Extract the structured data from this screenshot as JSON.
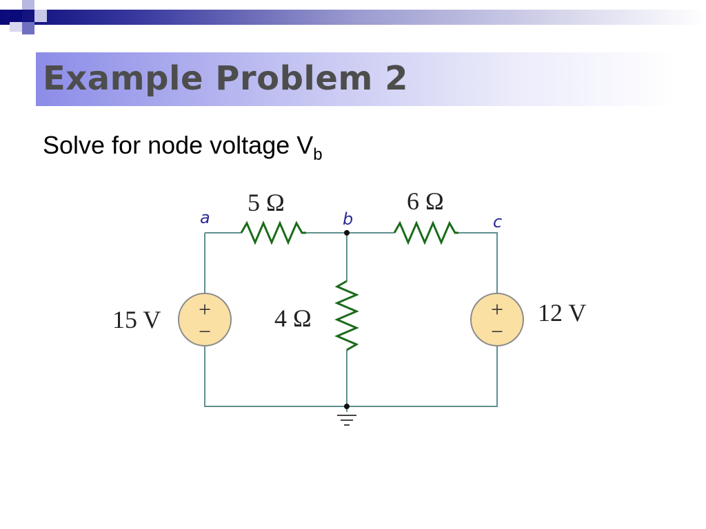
{
  "slide": {
    "title": "Example Problem 2",
    "subtitle_text": "Solve for node voltage V",
    "subtitle_sub": "b"
  },
  "circuit": {
    "nodes": {
      "a": "a",
      "b": "b",
      "c": "c"
    },
    "resistors": {
      "r_ab": "5 Ω",
      "r_bc": "6 Ω",
      "r_b_ground": "4 Ω"
    },
    "sources": {
      "left": "15 V",
      "right": "12 V"
    },
    "source_plus": "+",
    "source_minus": "−"
  },
  "colors": {
    "title_text": "#4d4d4d",
    "title_bar_start": "#8c8ce8",
    "accent_navy": "#0a0a7a",
    "wire": "#5f8f8f",
    "resistor": "#1a6b1a",
    "source_fill": "#fbe0a4",
    "node_label": "#2a2a9a"
  }
}
